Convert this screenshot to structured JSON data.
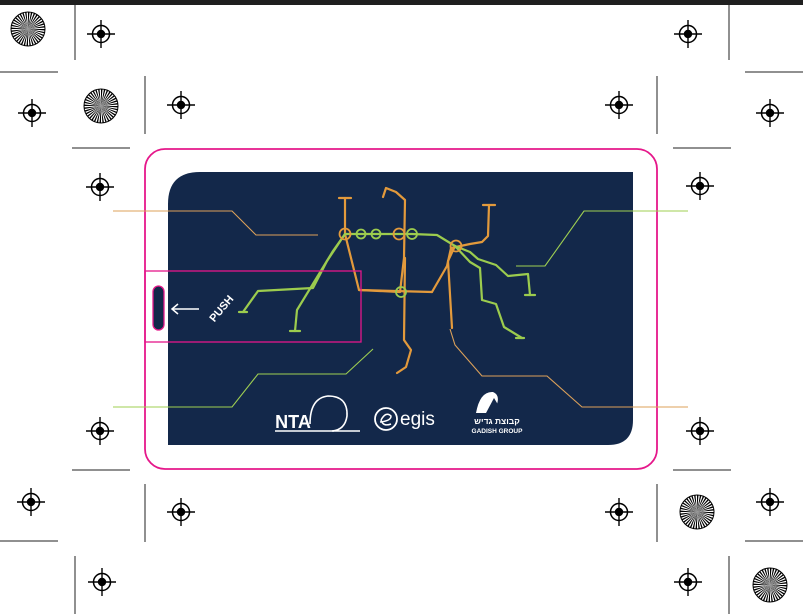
{
  "card": {
    "push_label": "PUSH",
    "push_arrow": "←"
  },
  "logos": {
    "nta": "NTA",
    "egis": "egis",
    "gadish_hebrew": "קבוצת גדיש",
    "gadish_english": "GADISH GROUP"
  },
  "colors": {
    "card_background": "#13284a",
    "bleed_outline": "#e5178a",
    "metro_orange": "#e39a3c",
    "metro_green": "#9ccc4e",
    "leader_orange": "#dca15a",
    "leader_green": "#9fcf52",
    "registration_mark": "#000000"
  },
  "icons": [
    "registration-mark-icon",
    "starburst-target-icon",
    "push-arrow-icon",
    "nta-logo-icon",
    "egis-logo-icon",
    "gadish-logo-icon"
  ]
}
